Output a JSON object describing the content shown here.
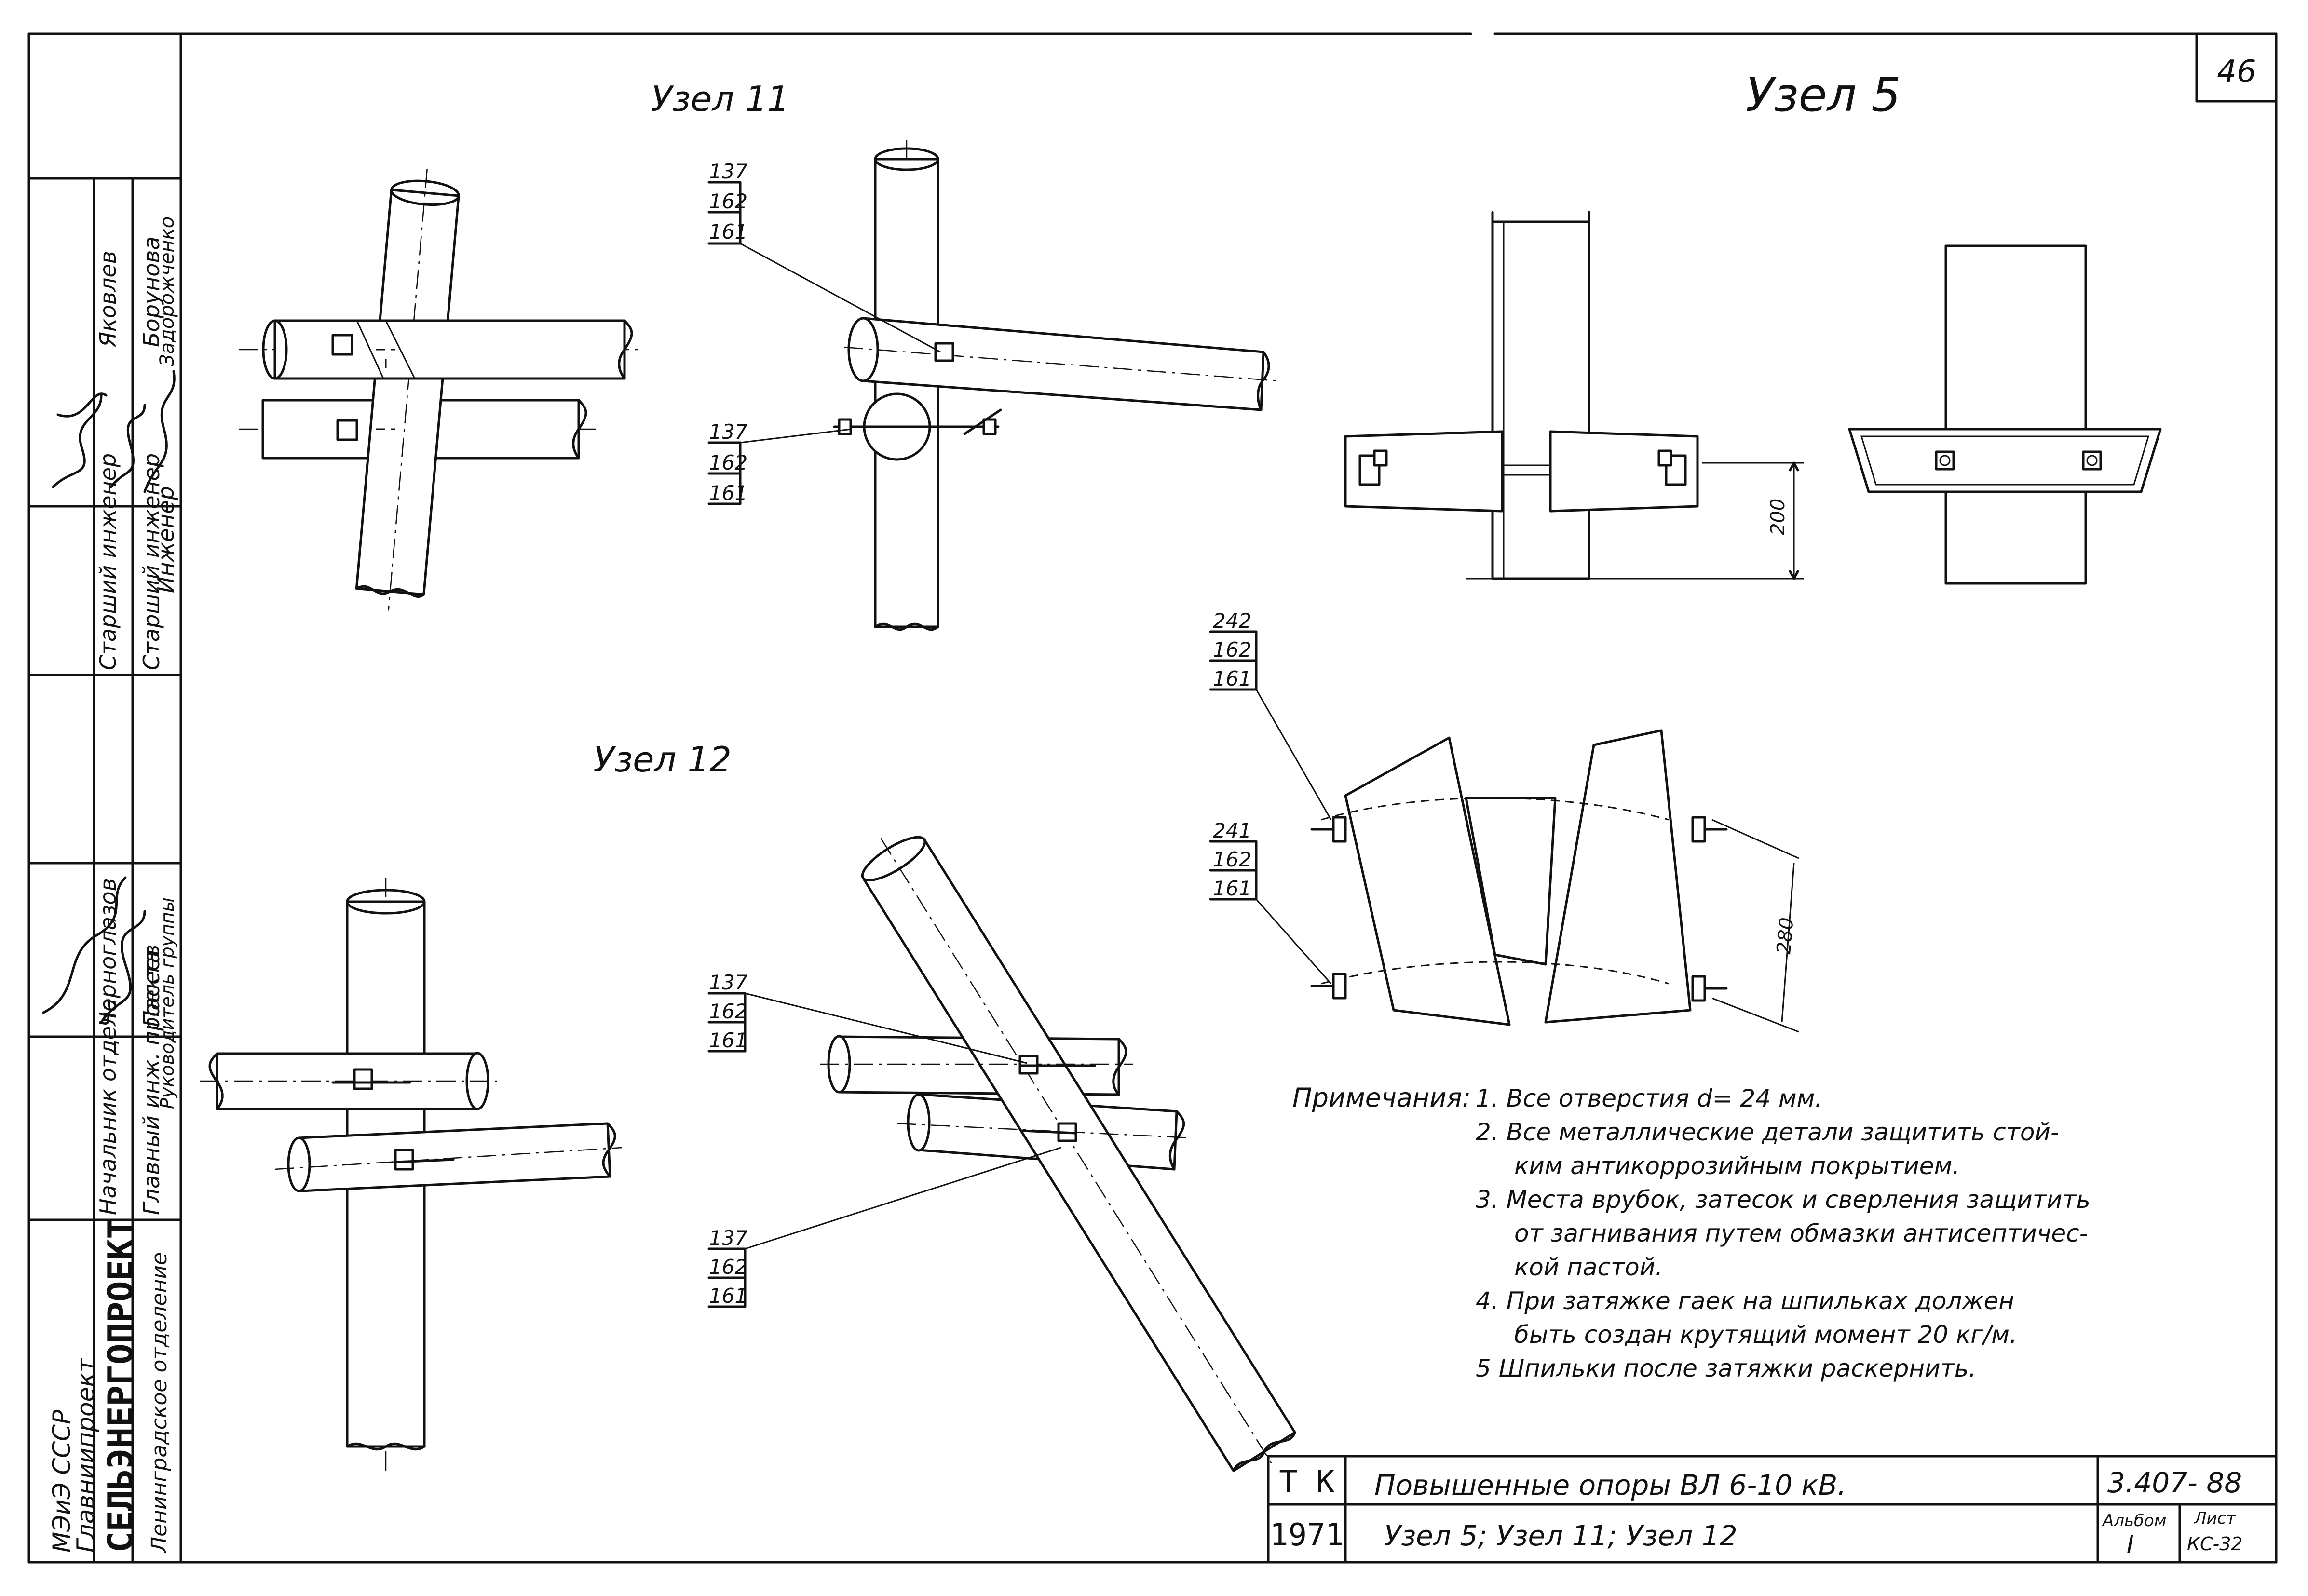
{
  "sheet": {
    "number": "46"
  },
  "titles": {
    "node5": "Узел 5",
    "node11": "Узел 11",
    "node12": "Узел 12"
  },
  "callouts": {
    "n11_upper": [
      "137",
      "162",
      "161"
    ],
    "n11_lower": [
      "137",
      "162",
      "161"
    ],
    "n5_upper": [
      "242",
      "162",
      "161"
    ],
    "n5_lower": [
      "241",
      "162",
      "161"
    ],
    "n12_upper": [
      "137",
      "162",
      "161"
    ],
    "n12_lower": [
      "137",
      "162",
      "161"
    ]
  },
  "dimensions": {
    "n5_front": "200",
    "n5_detail": "280"
  },
  "notes": {
    "heading": "Примечания:",
    "lines": [
      "1. Все отверстия d= 24 мм.",
      "2. Все металлические детали защитить стой-",
      "ким антикоррозийным покрытием.",
      "3. Места врубок, затесок и сверления защитить",
      "от загнивания путем обмазки антисептичес-",
      "кой пастой.",
      "4. При затяжке гаек на шпильках должен",
      "быть создан крутящий момент 20 кг/м.",
      "5 Шпильки после затяжки раскернить."
    ]
  },
  "stamp": {
    "org": {
      "ministry": "МЭиЭ СССР",
      "department": "Главниипроект",
      "institute": "СЕЛЬЭНЕРГОПРОЕКТ",
      "branch": "Ленинградское отделение"
    },
    "roles": [
      {
        "role": "Начальник отдела",
        "name": "Яковлев"
      },
      {
        "role": "Главный инж. проекта",
        "name": "Борунова"
      },
      {
        "role": "Руководитель группы",
        "name": "Задорожченко"
      },
      {
        "role": "Старший инженер",
        "name": "Черноглазов"
      },
      {
        "role": "Старший инженер",
        "name": "Пасеев"
      },
      {
        "role": "Инженер",
        "name": ""
      }
    ],
    "tk": "Т К",
    "year": "1971",
    "project_title": "Повышенные опоры ВЛ 6-10 кВ.",
    "sheet_title": "Узел 5;  Узел 11;  Узел 12",
    "code": "3.407- 88",
    "album_label": "Альбом",
    "album_value": "I",
    "list_label": "Лист",
    "list_value": "КС-32"
  }
}
